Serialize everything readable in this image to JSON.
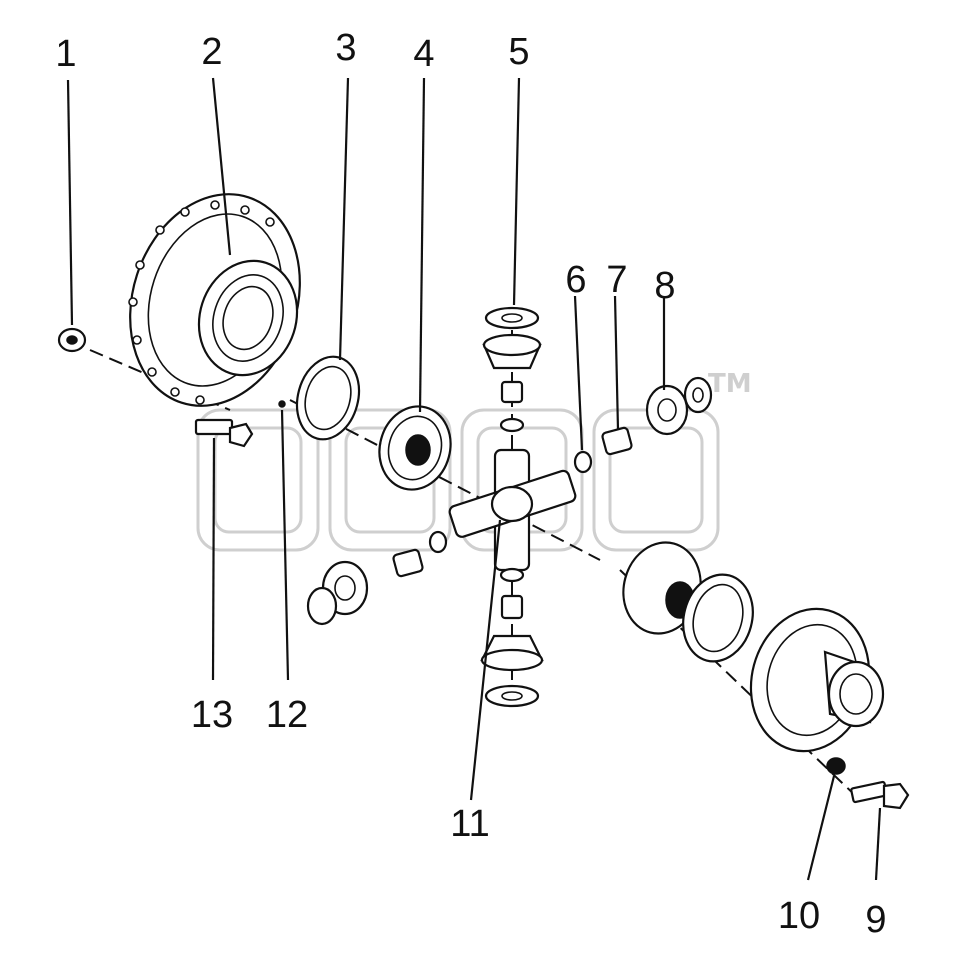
{
  "callouts": {
    "c1": "1",
    "c2": "2",
    "c3": "3",
    "c4": "4",
    "c5": "5",
    "c6": "6",
    "c7": "7",
    "c8": "8",
    "c9": "9",
    "c10": "10",
    "c11": "11",
    "c12": "12",
    "c13": "13"
  },
  "watermark": {
    "mark": "TM"
  },
  "colors": {
    "line": "#111111",
    "paper": "#ffffff",
    "watermark": "#c8c8c8"
  }
}
